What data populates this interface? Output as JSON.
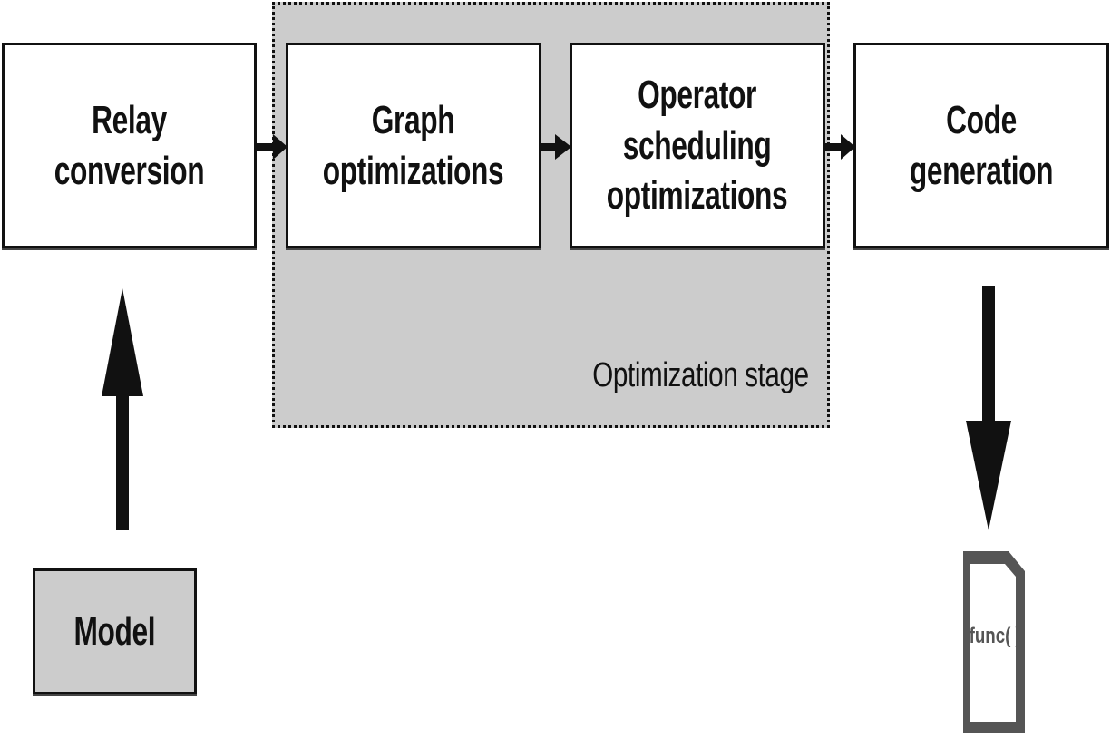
{
  "diagram": {
    "stage_label": "Optimization stage",
    "nodes": {
      "relay": "Relay conversion",
      "graph": "Graph\noptimizations",
      "scheduling": "Operator scheduling\noptimizations",
      "codegen": "Code generation",
      "model": "Model",
      "output_file": "func( )"
    },
    "colors": {
      "stage_fill": "#cccccc",
      "box_fill": "#ffffff",
      "model_fill": "#cccccc",
      "stroke": "#111111",
      "file_fill": "#555555"
    },
    "icons": {
      "output": "file-icon"
    }
  }
}
